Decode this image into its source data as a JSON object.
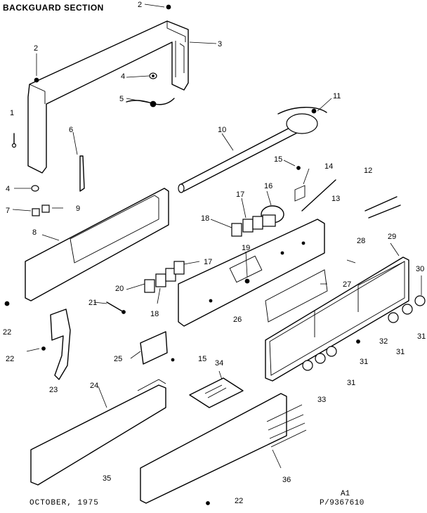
{
  "title": "BACKGUARD SECTION",
  "footer": {
    "date": "OCTOBER, 1975",
    "sheet": "A1",
    "part_number": "P/9367610"
  },
  "callouts": [
    {
      "id": "c2a",
      "text": "2"
    },
    {
      "id": "c2b",
      "text": "2"
    },
    {
      "id": "c3",
      "text": "3"
    },
    {
      "id": "c4a",
      "text": "4"
    },
    {
      "id": "c5",
      "text": "5"
    },
    {
      "id": "c1",
      "text": "1"
    },
    {
      "id": "c6",
      "text": "6"
    },
    {
      "id": "c11",
      "text": "11"
    },
    {
      "id": "c10",
      "text": "10"
    },
    {
      "id": "c15a",
      "text": "15"
    },
    {
      "id": "c14",
      "text": "14"
    },
    {
      "id": "c12",
      "text": "12"
    },
    {
      "id": "c16",
      "text": "16"
    },
    {
      "id": "c17a",
      "text": "17"
    },
    {
      "id": "c13",
      "text": "13"
    },
    {
      "id": "c4b",
      "text": "4"
    },
    {
      "id": "c7",
      "text": "7"
    },
    {
      "id": "c9",
      "text": "9"
    },
    {
      "id": "c8",
      "text": "8"
    },
    {
      "id": "c18a",
      "text": "18"
    },
    {
      "id": "c28",
      "text": "28"
    },
    {
      "id": "c29",
      "text": "29"
    },
    {
      "id": "c19",
      "text": "19"
    },
    {
      "id": "c17b",
      "text": "17"
    },
    {
      "id": "c30",
      "text": "30"
    },
    {
      "id": "c20",
      "text": "20"
    },
    {
      "id": "c27",
      "text": "27"
    },
    {
      "id": "c21",
      "text": "21"
    },
    {
      "id": "c18b",
      "text": "18"
    },
    {
      "id": "c22a",
      "text": "22"
    },
    {
      "id": "c26",
      "text": "26"
    },
    {
      "id": "c31a",
      "text": "31"
    },
    {
      "id": "c31b",
      "text": "31"
    },
    {
      "id": "c32",
      "text": "32"
    },
    {
      "id": "c22b",
      "text": "22"
    },
    {
      "id": "c25",
      "text": "25"
    },
    {
      "id": "c15b",
      "text": "15"
    },
    {
      "id": "c31c",
      "text": "31"
    },
    {
      "id": "c23",
      "text": "23"
    },
    {
      "id": "c34",
      "text": "34"
    },
    {
      "id": "c31d",
      "text": "31"
    },
    {
      "id": "c24",
      "text": "24"
    },
    {
      "id": "c33",
      "text": "33"
    },
    {
      "id": "c35",
      "text": "35"
    },
    {
      "id": "c36",
      "text": "36"
    },
    {
      "id": "c22c",
      "text": "22"
    }
  ]
}
